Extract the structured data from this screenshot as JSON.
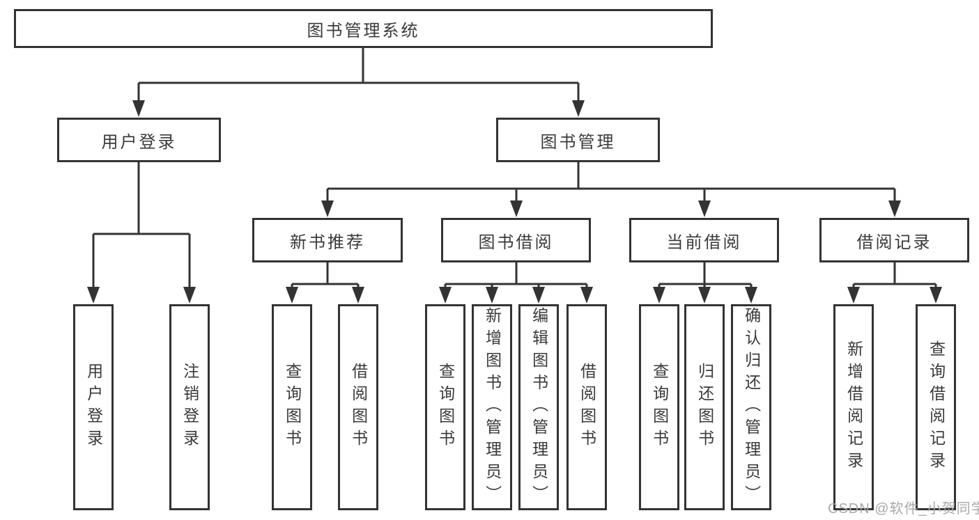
{
  "tree": {
    "root": {
      "label": "图书管理系统"
    },
    "children": [
      {
        "label": "用户登录",
        "children": [
          {
            "label": "用户登录"
          },
          {
            "label": "注销登录"
          }
        ]
      },
      {
        "label": "图书管理",
        "children": [
          {
            "label": "新书推荐",
            "children": [
              {
                "label": "查询图书"
              },
              {
                "label": "借阅图书"
              }
            ]
          },
          {
            "label": "图书借阅",
            "children": [
              {
                "label": "查询图书"
              },
              {
                "label": "新增图书（管理员）"
              },
              {
                "label": "编辑图书（管理员）"
              },
              {
                "label": "借阅图书"
              }
            ]
          },
          {
            "label": "当前借阅",
            "children": [
              {
                "label": "查询图书"
              },
              {
                "label": "归还图书"
              },
              {
                "label": "确认归还（管理员）"
              }
            ]
          },
          {
            "label": "借阅记录",
            "children": [
              {
                "label": "新增借阅记录"
              },
              {
                "label": "查询借阅记录"
              }
            ]
          }
        ]
      }
    ]
  },
  "watermark": {
    "text": "CSDN @软件_小贺同学"
  },
  "colors": {
    "background": "#ffffff",
    "line": "#333333",
    "node_border": "#333333",
    "text": "#3a3a3a",
    "watermark": "#a9a9a9"
  }
}
